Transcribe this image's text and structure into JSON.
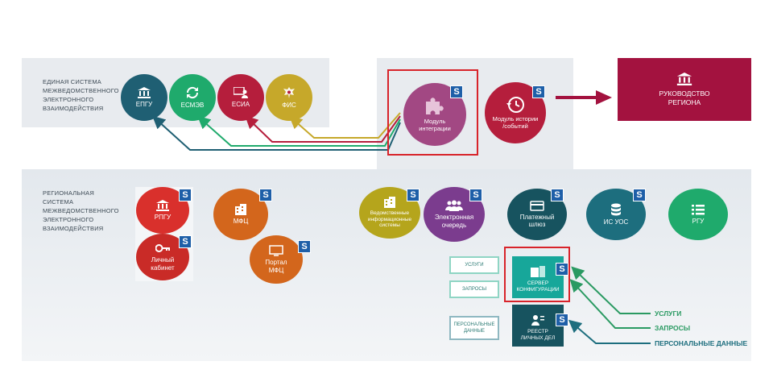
{
  "top_panel": {
    "label": [
      "ЕДИНАЯ СИСТЕМА",
      "МЕЖВЕДОМСТВЕННОГО",
      "ЭЛЕКТРОННОГО",
      "ВЗАИМОДЕЙСТВИЯ"
    ],
    "nodes": [
      {
        "name": "epgu",
        "label": "ЕПГУ",
        "color": "#1f5f73",
        "icon": "building-icon"
      },
      {
        "name": "esmev",
        "label": "ЕСМЭВ",
        "color": "#1faa6c",
        "icon": "refresh-icon"
      },
      {
        "name": "esia",
        "label": "ЕСИА",
        "color": "#b51e3c",
        "icon": "monitor-user-icon"
      },
      {
        "name": "fis",
        "label": "ФИС",
        "color": "#c6a82a",
        "icon": "eagle-emblem-icon"
      }
    ]
  },
  "integration": {
    "module": "Модуль\nинтеграции",
    "history": "Модуль истории\n/событий",
    "module_color": "#a24883",
    "history_color": "#b51e3c"
  },
  "leadership": {
    "label": "РУКОВОДСТВО\nРЕГИОНА",
    "color": "#a3123f"
  },
  "regional_panel": {
    "label": [
      "РЕГИОНАЛЬНАЯ",
      "СИСТЕМА",
      "МЕЖВЕДОМСТВЕННОГО",
      "ЭЛЕКТРОННОГО",
      "ВЗАИМОДЕЙСТВИЯ"
    ],
    "rpgu": "РПГУ",
    "cabinet": "Личный\nкабинет",
    "mfc": "МФЦ",
    "portal_mfc": "Портал\nМФЦ",
    "ved_systems": "Ведомственные\nинформационные\nсистемы",
    "queue": "Электронная\nочередь",
    "payment": "Платежный\nшлюз",
    "is_uos": "ИС УОС",
    "rgu": "РГУ"
  },
  "config": {
    "side_boxes": [
      "УСЛУГИ",
      "ЗАПРОСЫ",
      "ПЕРСОНАЛЬНЫЕ\nДАННЫЕ"
    ],
    "server": "СЕРВЕР\nКОНФИГУРАЦИИ",
    "registry": "РЕЕСТР\nЛИЧНЫХ ДЕЛ"
  },
  "legend": [
    {
      "label": "УСЛУГИ",
      "color": "#2a9a62"
    },
    {
      "label": "ЗАПРОСЫ",
      "color": "#2a9a62"
    },
    {
      "label": "ПЕРСОНАЛЬНЫЕ ДАННЫЕ",
      "color": "#1d6e7e"
    }
  ],
  "badge": "S"
}
